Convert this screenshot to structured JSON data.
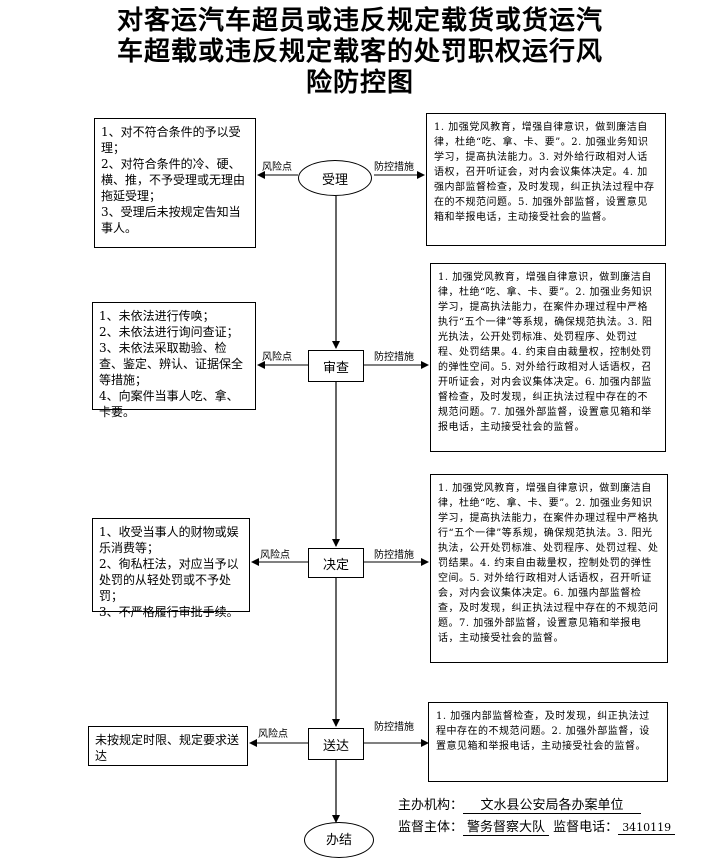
{
  "title": {
    "line1": "对客运汽车超员或违反规定载货或货运汽",
    "line2": "车超载或违反规定载客的处罚职权运行风",
    "line3": "险防控图"
  },
  "labels": {
    "risk_point": "风险点",
    "prevention": "防控措施"
  },
  "stages": [
    {
      "name": "受理",
      "risk": "1、对不符合条件的予以受理；\n2、对符合条件的冷、硬、横、推，不予受理或无理由拖延受理；\n3、受理后未按规定告知当事人。",
      "measure": "1. 加强党风教育，增强自律意识，做到廉洁自律，杜绝“吃、拿、卡、要”。2. 加强业务知识学习，提高执法能力。3. 对外给行政相对人话语权，召开听证会，对内会议集体决定。4. 加强内部监督检查，及时发现，纠正执法过程中存在的不规范问题。5. 加强外部监督，设置意见箱和举报电话，主动接受社会的监督。"
    },
    {
      "name": "审查",
      "risk": "1、未依法进行传唤；\n2、未依法进行询问查证；\n3、未依法采取勘验、检查、鉴定、辨认、证据保全等措施；\n4、向案件当事人吃、拿、卡要。",
      "measure": "1. 加强党风教育，增强自律意识，做到廉洁自律，杜绝“吃、拿、卡、要”。2. 加强业务知识学习，提高执法能力，在案件办理过程中严格执行“五个一律”等系规，确保规范执法。3. 阳光执法，公开处罚标准、处罚程序、处罚过程、处罚结果。4. 约束自由裁量权，控制处罚的弹性空间。5. 对外给行政相对人话语权，召开听证会，对内会议集体决定。6. 加强内部监督检查，及时发现，纠正执法过程中存在的不规范问题。7. 加强外部监督，设置意见箱和举报电话，主动接受社会的监督。"
    },
    {
      "name": "决定",
      "risk": "1、收受当事人的财物或娱乐消费等；\n2、徇私枉法，对应当予以处罚的从轻处罚或不予处罚；\n3、不严格履行审批手续。",
      "measure": "1. 加强党风教育，增强自律意识，做到廉洁自律，杜绝“吃、拿、卡、要”。2. 加强业务知识学习，提高执法能力，在案件办理过程中严格执行“五个一律”等系规，确保规范执法。3. 阳光执法，公开处罚标准、处罚程序、处罚过程、处罚结果。4. 约束自由裁量权，控制处罚的弹性空间。5. 对外给行政相对人话语权，召开听证会，对内会议集体决定。6. 加强内部监督检查，及时发现，纠正执法过程中存在的不规范问题。7. 加强外部监督，设置意见箱和举报电话，主动接受社会的监督。"
    },
    {
      "name": "送达",
      "risk": "未按规定时限、规定要求送达",
      "measure": "1. 加强内部监督检查，及时发现，纠正执法过程中存在的不规范问题。2. 加强外部监督，设置意见箱和举报电话，主动接受社会的监督。"
    }
  ],
  "end_node": "办结",
  "footer": {
    "org_label": "主办机构：",
    "org_value": "文水县公安局各办案单位",
    "supervisor_label": "监督主体：",
    "supervisor_value": "警务督察大队",
    "phone_label": "监督电话：",
    "phone_value": "3410119"
  }
}
